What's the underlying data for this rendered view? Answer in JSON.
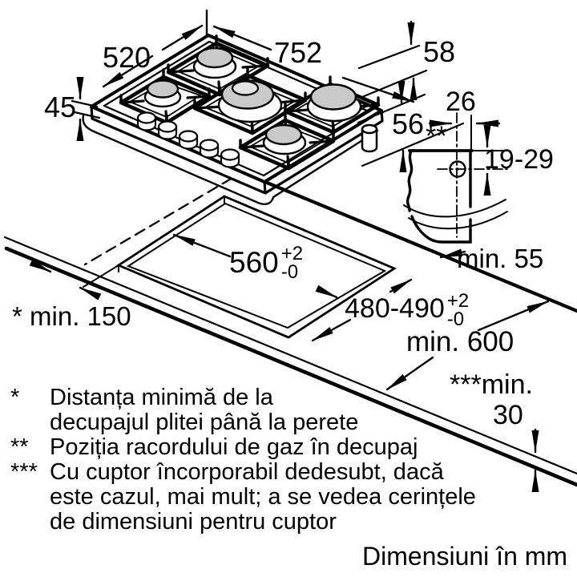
{
  "figure": {
    "units_note": "Dimensiuni în mm",
    "dimensions": {
      "hob_width": "752",
      "hob_depth": "520",
      "hob_height": "45",
      "hob_rim_offset": "58",
      "hob_body_height": "56",
      "gas_offset_horizontal": "26",
      "gas_position_marker": "**",
      "gas_offset_vertical": "19-29",
      "rear_clearance": "min. 55",
      "cutout_width": {
        "value": "560",
        "tol_plus": "+2",
        "tol_minus": "-0"
      },
      "cutout_depth": {
        "value": "480-490",
        "tol_plus": "+2",
        "tol_minus": "-0"
      },
      "worktop_depth": "min. 600",
      "wall_clearance_marker": "*",
      "wall_clearance": "min. 150",
      "under_clearance_marker": "***",
      "under_clearance_label": "min.",
      "under_clearance_value": "30"
    },
    "footnotes": [
      {
        "marker": "*",
        "lines": [
          "Distanța minimă de la",
          "decupajul plitei până la perete"
        ]
      },
      {
        "marker": "**",
        "lines": [
          "Poziția racordului de gaz în decupaj"
        ]
      },
      {
        "marker": "***",
        "lines": [
          "Cu cuptor încorporabil dedesubt, dacă",
          "este cazul, mai mult; a se vedea cerințele",
          "de dimensiuni pentru cuptor"
        ]
      }
    ]
  }
}
